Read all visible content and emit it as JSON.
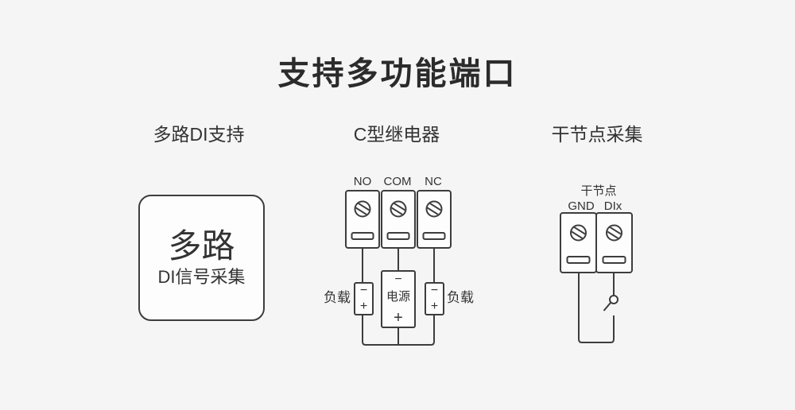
{
  "title": "支持多功能端口",
  "sections": {
    "di": {
      "label": "多路DI支持"
    },
    "relay": {
      "label": "C型继电器"
    },
    "dry": {
      "label": "干节点采集"
    }
  },
  "di_box": {
    "line1": "多路",
    "line2": "DI信号采集"
  },
  "relay": {
    "terminal_labels": [
      "NO",
      "COM",
      "NC"
    ],
    "left_load_label": "负载",
    "right_load_label": "负载",
    "power_label": "电源",
    "minus": "−",
    "plus": "+"
  },
  "dry_contact": {
    "group_label": "干节点",
    "terminal_labels": [
      "GND",
      "DIx"
    ]
  },
  "colors": {
    "background": "#f5f5f5",
    "stroke": "#3d3d3d",
    "box_fill": "#fdfdfd",
    "text": "#333333"
  }
}
